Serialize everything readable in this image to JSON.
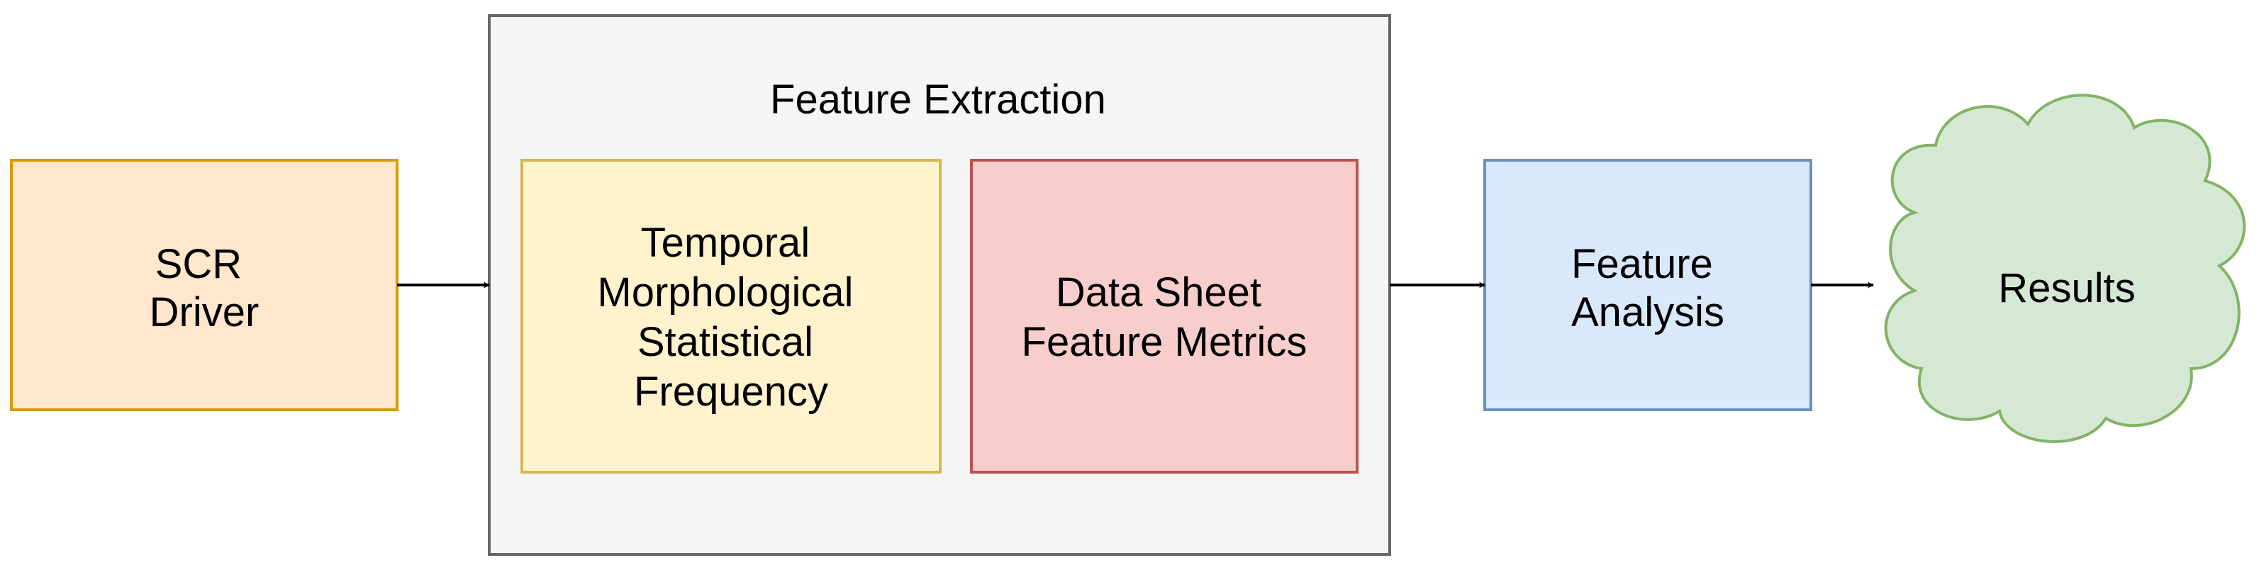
{
  "diagram": {
    "nodes": {
      "scr_driver": {
        "lines": [
          "SCR",
          "Driver"
        ],
        "fill": "#ffe6cc",
        "stroke": "#d79b00"
      },
      "feature_extraction": {
        "title": "Feature Extraction",
        "fill": "#f5f5f5",
        "stroke": "#666666"
      },
      "temporal_block": {
        "lines": [
          "Temporal",
          "Morphological",
          "Statistical",
          "Frequency"
        ],
        "fill": "#fff2cc",
        "stroke": "#d6b656"
      },
      "datasheet_block": {
        "lines": [
          "Data Sheet",
          "Feature Metrics"
        ],
        "fill": "#f8cecc",
        "stroke": "#b85450"
      },
      "feature_analysis": {
        "lines": [
          "Feature",
          "Analysis"
        ],
        "fill": "#dae8fc",
        "stroke": "#6c8ebf"
      },
      "results": {
        "lines": [
          "Results"
        ],
        "fill": "#d5e8d4",
        "stroke": "#82b366"
      }
    },
    "edges": [
      {
        "from": "scr_driver",
        "to": "feature_extraction"
      },
      {
        "from": "feature_extraction",
        "to": "feature_analysis"
      },
      {
        "from": "feature_analysis",
        "to": "results"
      }
    ],
    "edge_color": "#000000",
    "text_color": "#000000"
  }
}
